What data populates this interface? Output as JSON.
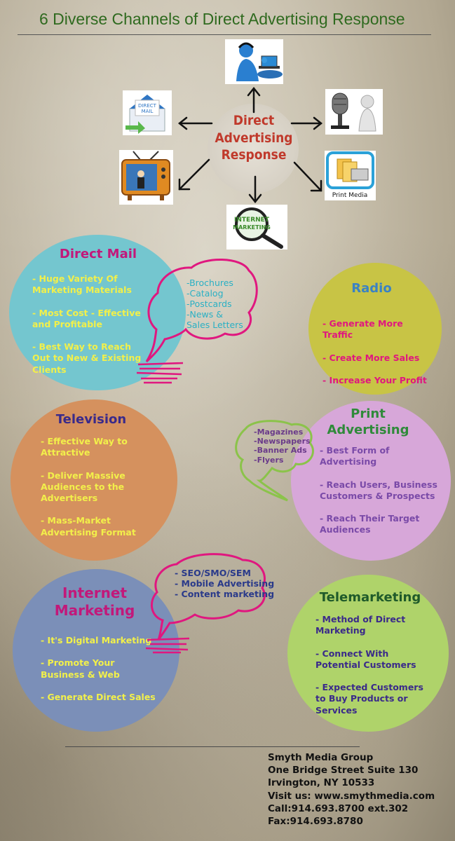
{
  "title": "6 Diverse Channels of Direct Advertising Response",
  "hub": {
    "lines": [
      "Direct",
      "Advertising",
      "Response"
    ]
  },
  "icons": {
    "direct_mail": {
      "line1": "DIRECT",
      "line2": "MAIL"
    },
    "print_media": "Print Media",
    "internet_marketing": {
      "line1": "INTERNET",
      "line2": "MARKETING"
    }
  },
  "channels": {
    "direct_mail": {
      "title": "Direct Mail",
      "bullets": [
        "- Huge Variety Of Marketing Materials",
        "- Most Cost - Effective and Profitable",
        "- Best Way to Reach Out to New & Existing Clients"
      ],
      "bubble": [
        "-Brochures",
        "-Catalog",
        "-Postcards",
        "-News &",
        "Sales Letters"
      ]
    },
    "radio": {
      "title": "Radio",
      "bullets": [
        "- Generate More Traffic",
        "- Create More Sales",
        "- Increase Your Profit"
      ]
    },
    "television": {
      "title": "Television",
      "bullets": [
        "- Effective Way to Attractive",
        "- Deliver Massive Audiences to the Advertisers",
        "- Mass-Market Advertising Format"
      ]
    },
    "print": {
      "title_lines": [
        "Print",
        "Advertising"
      ],
      "bullets": [
        "- Best Form of Advertising",
        "- Reach Users, Business Customers & Prospects",
        "- Reach Their Target Audiences"
      ],
      "bubble": [
        "-Magazines",
        "-Newspapers",
        "-Banner Ads",
        "-Flyers"
      ]
    },
    "internet": {
      "title_lines": [
        "Internet",
        "Marketing"
      ],
      "bullets": [
        "- It's Digital Marketing",
        "- Promote Your Business & Web",
        "- Generate Direct Sales"
      ],
      "bubble": [
        "- SEO/SMO/SEM",
        "- Mobile Advertising",
        "- Content marketing"
      ]
    },
    "telemarketing": {
      "title": "Telemarketing",
      "bullets": [
        "- Method of Direct Marketing",
        "- Connect With Potential Customers",
        "- Expected Customers to Buy Products or Services"
      ]
    }
  },
  "footer": {
    "company": "Smyth Media Group",
    "address1": "One Bridge Street Suite 130",
    "address2": "Irvington, NY 10533",
    "visit": "Visit us: www.smythmedia.com",
    "call": "Call:914.693.8700 ext.302",
    "fax": "Fax:914.693.8780"
  },
  "colors": {
    "title": "#2f6a1f",
    "hub_text": "#c0392b",
    "direct_mail_circle": "#74c6cf",
    "radio_circle": "#c8c445",
    "television_circle": "#d5915e",
    "print_circle": "#d7a7d9",
    "internet_circle": "#7b8fb8",
    "telemarketing_circle": "#afd36a",
    "magenta": "#e0177f",
    "green": "#8bc34a"
  }
}
